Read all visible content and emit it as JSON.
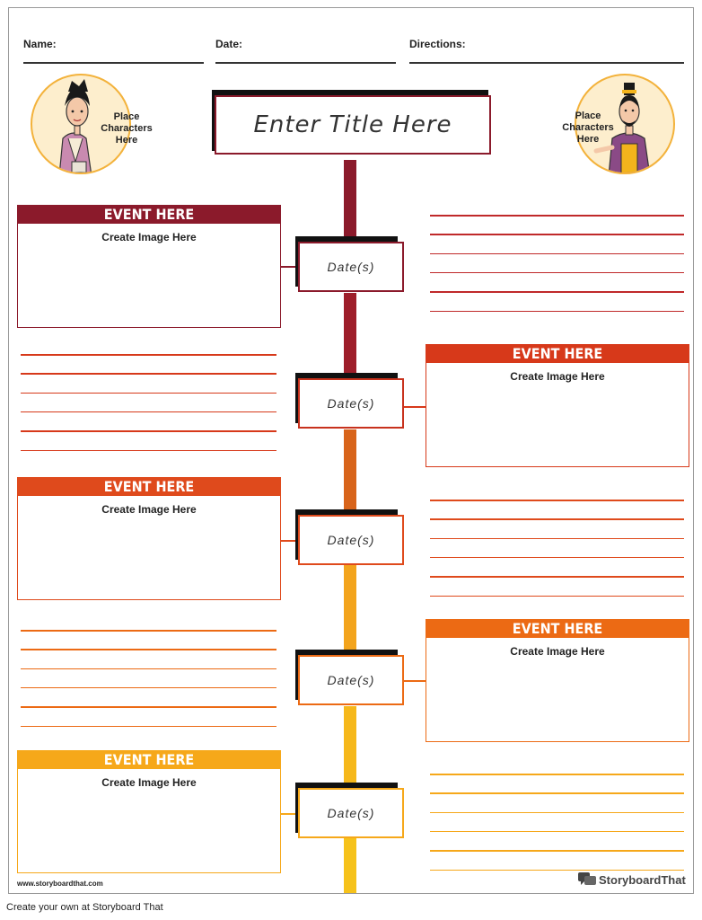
{
  "header": {
    "name_label": "Name:",
    "date_label": "Date:",
    "directions_label": "Directions:"
  },
  "title": "Enter Title Here",
  "characters": {
    "left_text": "Place Characters Here",
    "right_text": "Place Characters Here"
  },
  "events": [
    {
      "heading": "EVENT HERE",
      "image_placeholder": "Create Image Here",
      "color": "#8b1a2b"
    },
    {
      "heading": "EVENT HERE",
      "image_placeholder": "Create Image Here",
      "color": "#d7391a"
    },
    {
      "heading": "EVENT HERE",
      "image_placeholder": "Create Image Here",
      "color": "#df4a1c"
    },
    {
      "heading": "EVENT HERE",
      "image_placeholder": "Create Image Here",
      "color": "#ec6a14"
    },
    {
      "heading": "EVENT HERE",
      "image_placeholder": "Create Image Here",
      "color": "#f6a81a"
    }
  ],
  "dates": [
    "Date(s)",
    "Date(s)",
    "Date(s)",
    "Date(s)",
    "Date(s)"
  ],
  "date_colors": [
    "#8b1a2b",
    "#c8321d",
    "#df4a1c",
    "#ec6a14",
    "#f6a81a"
  ],
  "footer": {
    "url": "www.storyboardthat.com",
    "brand": "StoryboardThat",
    "credit": "Create your own at Storyboard That"
  }
}
